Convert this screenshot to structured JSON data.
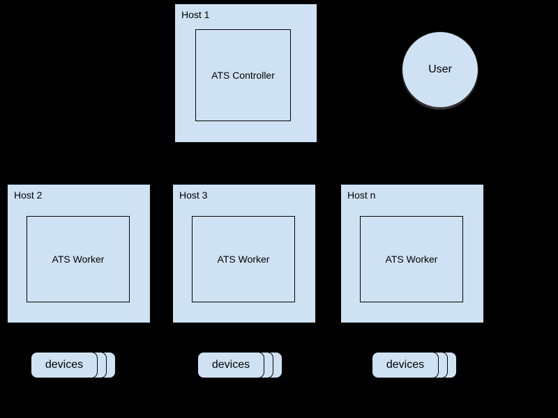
{
  "colors": {
    "background": "#000000",
    "node_fill": "#cfe2f3",
    "node_border": "#000000",
    "text": "#000000"
  },
  "diagram": {
    "controller_host": {
      "label": "Host 1",
      "component": "ATS Controller"
    },
    "user": {
      "label": "User"
    },
    "worker_hosts": [
      {
        "label": "Host 2",
        "component": "ATS Worker"
      },
      {
        "label": "Host 3",
        "component": "ATS Worker"
      },
      {
        "label": "Host n",
        "component": "ATS Worker"
      }
    ],
    "device_stacks": [
      {
        "label": "devices"
      },
      {
        "label": "devices"
      },
      {
        "label": "devices"
      }
    ]
  }
}
